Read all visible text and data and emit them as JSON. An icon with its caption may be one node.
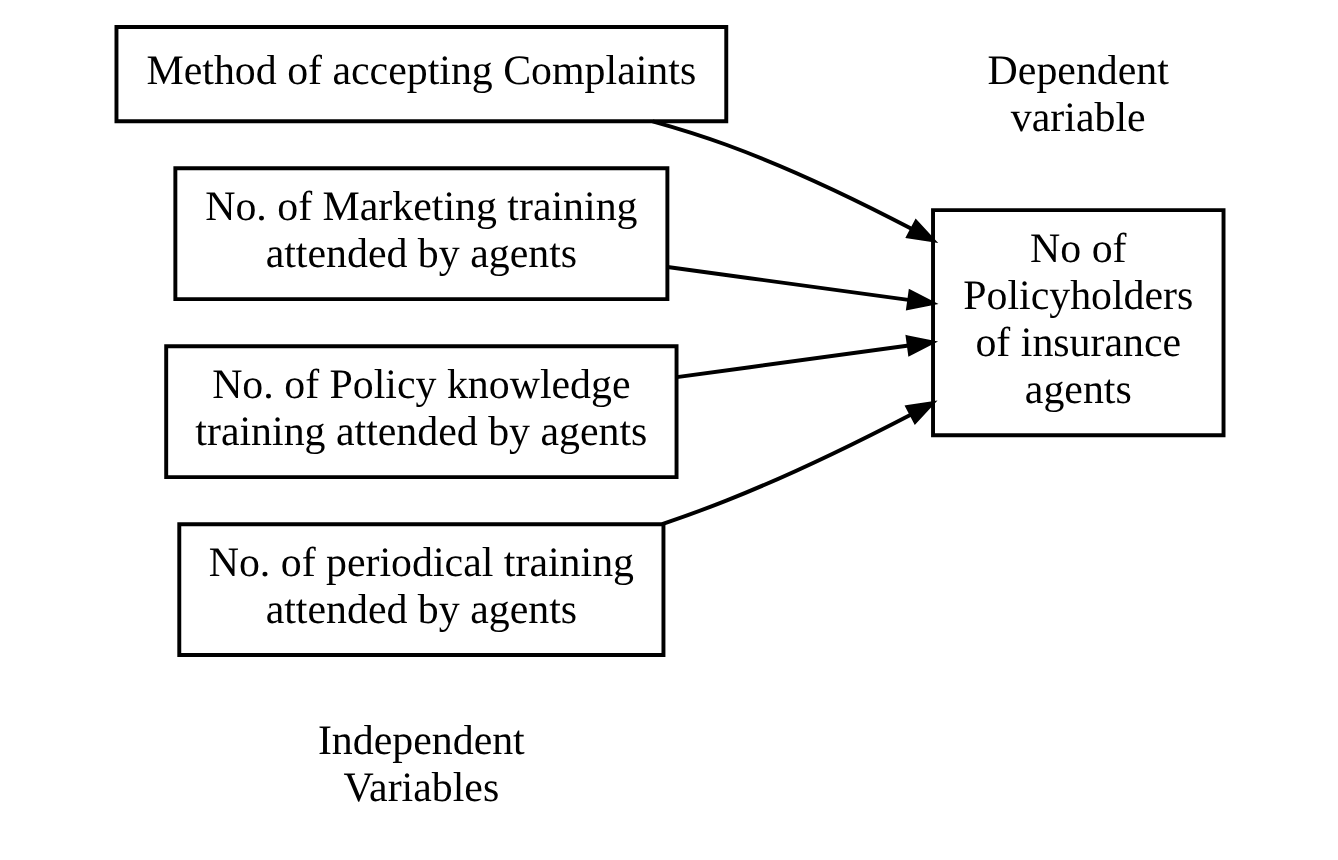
{
  "diagram": {
    "nodes": [
      {
        "text": [
          "Method of accepting Complaints"
        ]
      },
      {
        "text": [
          "No. of Marketing training attended by agents"
        ]
      },
      {
        "text": [
          "No. of Policy knowledge training attended by agents"
        ]
      },
      {
        "text": [
          "No. of periodical training attended by agents"
        ]
      },
      {
        "text": [
          "No of Policyholders of insurance agents"
        ]
      }
    ],
    "edges": [
      {
        "from": 0,
        "to": 4,
        "arrow": "to"
      },
      {
        "from": 1,
        "to": 4,
        "arrow": "to"
      },
      {
        "from": 2,
        "to": 4,
        "arrow": "to"
      },
      {
        "from": 3,
        "to": 4,
        "arrow": "to"
      }
    ],
    "labels": [
      "Independent Variables",
      "Dependent variable"
    ]
  }
}
